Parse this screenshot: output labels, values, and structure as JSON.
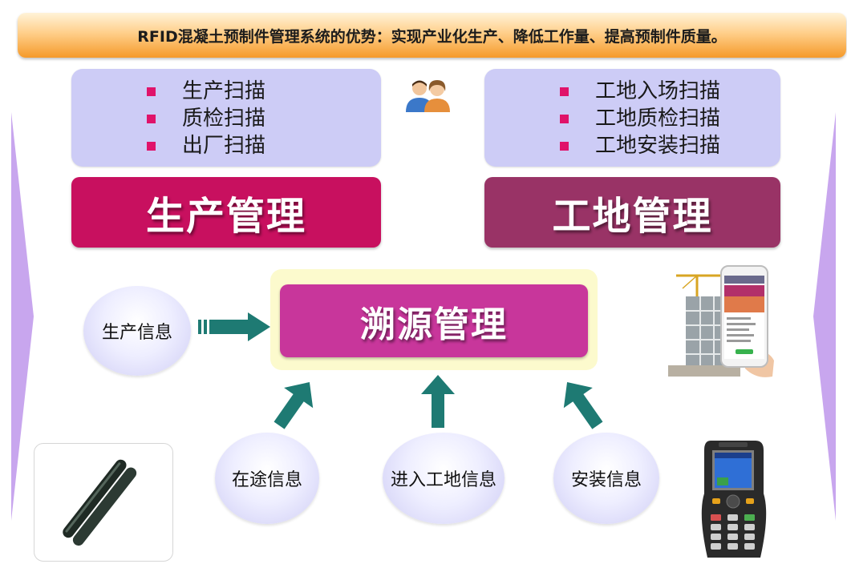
{
  "banner": {
    "title": "RFID混凝土预制件管理系统的优势：实现产业化生产、降低工作量、提高预制件质量。"
  },
  "production": {
    "items": [
      "生产扫描",
      "质检扫描",
      "出厂扫描"
    ],
    "title": "生产管理"
  },
  "site": {
    "items": [
      "工地入场扫描",
      "工地质检扫描",
      "工地安装扫描"
    ],
    "title": "工地管理"
  },
  "traceability": {
    "title": "溯源管理"
  },
  "info_nodes": {
    "production_info": "生产信息",
    "transit_info": "在途信息",
    "site_entry_info": "进入工地信息",
    "install_info": "安装信息"
  },
  "icons": [
    "users-icon",
    "rfid-tag-icon",
    "construction-phone-icon",
    "handheld-terminal-icon"
  ],
  "colors": {
    "banner": "#f59a2a",
    "light_box": "#cdccf6",
    "production_box": "#c8105f",
    "site_box": "#993366",
    "trace_box": "#c8369b",
    "trace_frame": "#fcfacd",
    "arrow": "#1e7a73",
    "bullet": "#e0136a",
    "side_arrow": "#c8a6ee"
  }
}
